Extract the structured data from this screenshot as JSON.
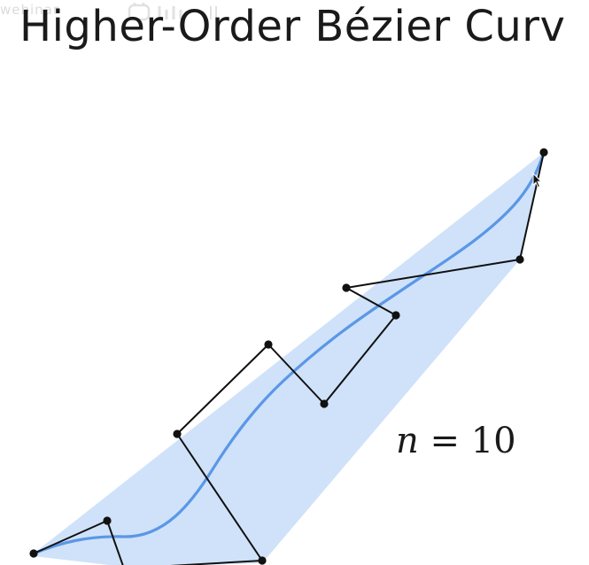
{
  "slide": {
    "title": "Higher-Order Bézier Curv",
    "watermark_text": "webinar",
    "degree_label": {
      "variable": "n",
      "equals": "=",
      "value": "10"
    }
  },
  "colors": {
    "hull_fill": "#cfe2fa",
    "curve": "#5b97e6",
    "control_polygon": "#111111",
    "control_point": "#111111",
    "title": "#1a1a1a",
    "watermark": "#b8b8b8"
  },
  "icons": {
    "cursor": "arrow-cursor-icon",
    "watermark_logo": "bilibili-logo"
  }
}
